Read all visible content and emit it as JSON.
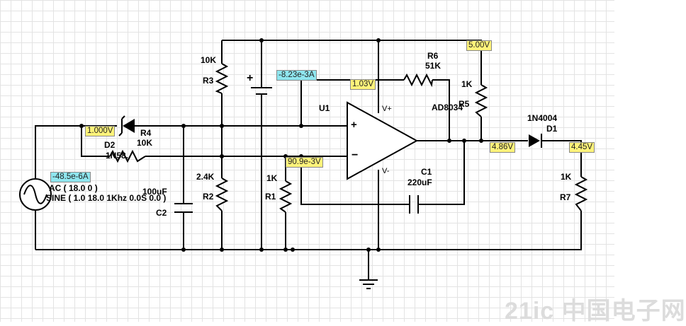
{
  "components": {
    "r3": {
      "name": "R3",
      "value": "10K"
    },
    "r2": {
      "name": "R2",
      "value": "2.4K"
    },
    "r1": {
      "name": "R1",
      "value": "1K"
    },
    "r4": {
      "name": "R4",
      "value": "10K"
    },
    "r5": {
      "name": "R5",
      "value": "1K"
    },
    "r6": {
      "name": "R6",
      "value": "51K"
    },
    "r7": {
      "name": "R7",
      "value": "1K"
    },
    "c1": {
      "name": "C1",
      "value": "220uF"
    },
    "c2": {
      "name": "C2",
      "value": "100uF"
    },
    "d1": {
      "name": "D1",
      "value": "1N4004"
    },
    "d2": {
      "name": "D2",
      "value": "1N58.."
    },
    "u1": {
      "name": "U1",
      "part": "AD8034",
      "vplus": "V+",
      "vminus": "V-",
      "in_plus": "+",
      "in_minus": "−"
    },
    "source": {
      "line1": "AC ( 18.0 0 )",
      "line2": "SINE ( 1.0 18.0 1Khz 0.0S 0.0 )"
    }
  },
  "probes": {
    "v_5": "5.00V",
    "v_1_03": "1.03V",
    "i_823": "-8.23e-3A",
    "v_1_000": "1.000V",
    "i_485": "-48.5e-6A",
    "v_909": "90.9e-3V",
    "v_486": "4.86V",
    "v_445": "4.45V"
  },
  "watermark": "21ic 中国电子网",
  "colors": {
    "wire": "#000000",
    "voltage_probe": "#fff37a",
    "current_probe": "#8fe6ef",
    "grid": "#e3e3e3"
  }
}
